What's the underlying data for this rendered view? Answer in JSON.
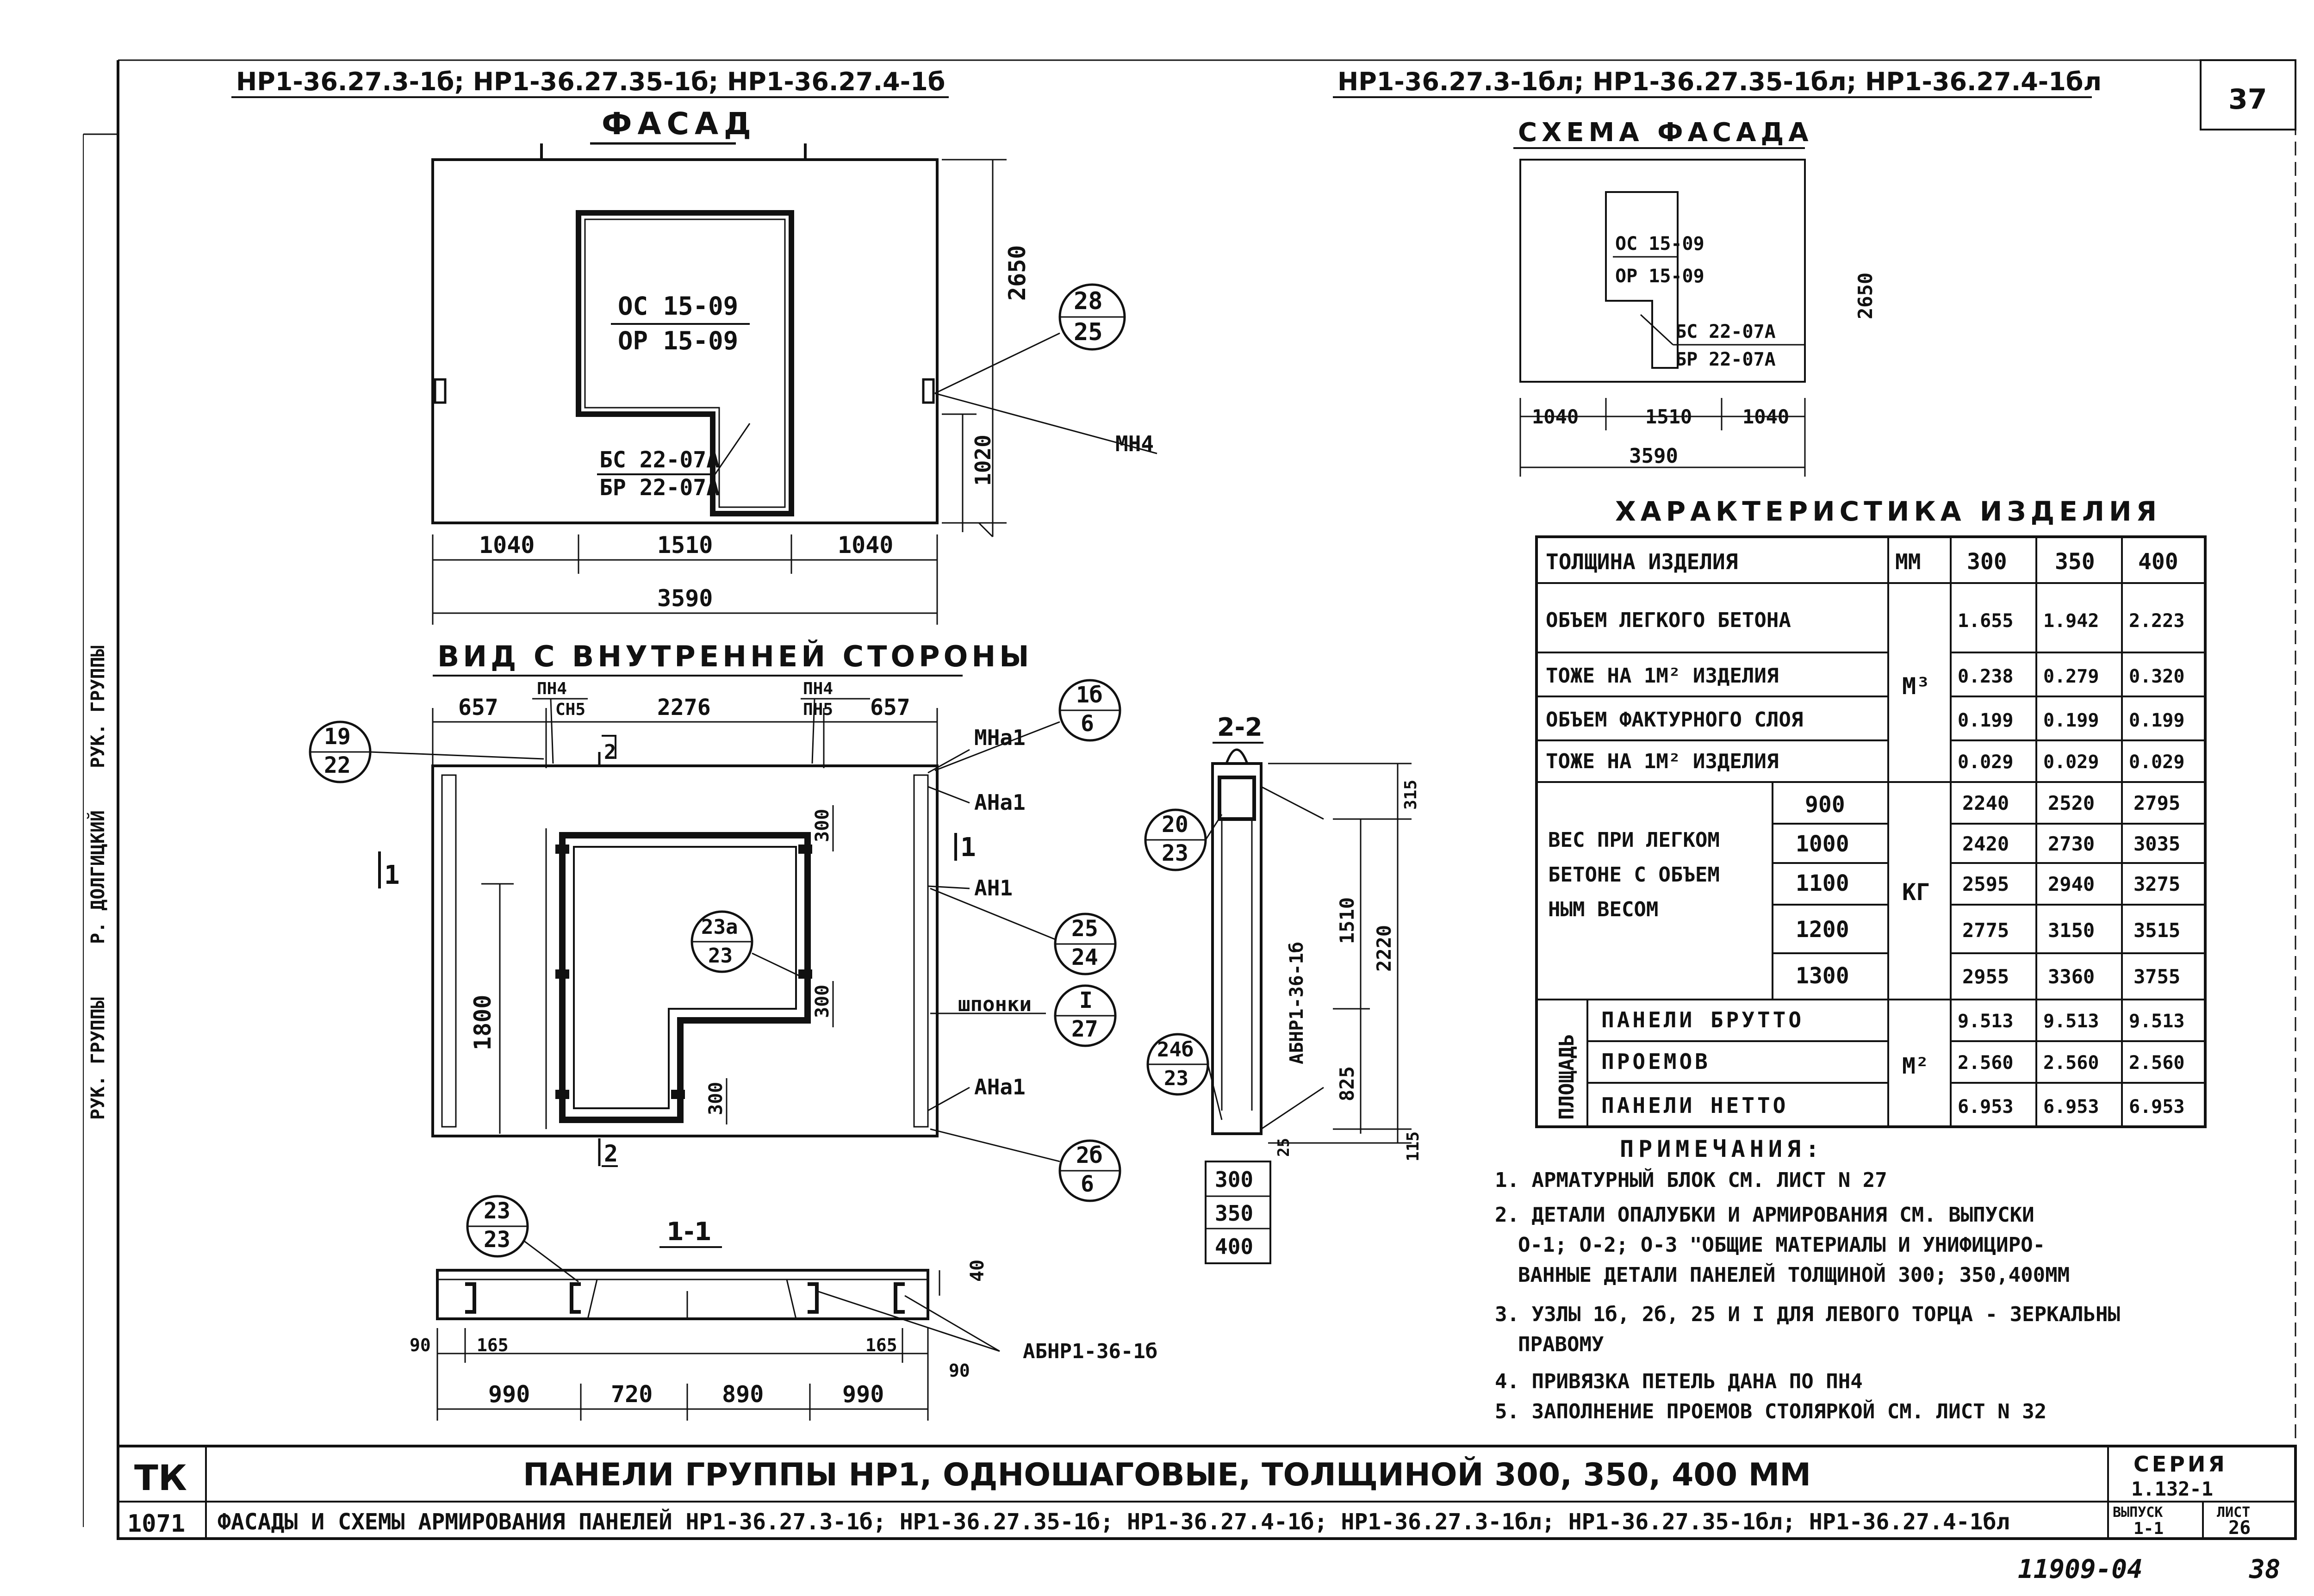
{
  "headers": {
    "left": "НР1-36.27.3-1б; НР1-36.27.35-1б; НР1-36.27.4-1б",
    "right": "НР1-36.27.3-1бл; НР1-36.27.35-1бл; НР1-36.27.4-1бл",
    "sheet_number": "37"
  },
  "facade": {
    "title": "ФАСАД",
    "window_top": "ОС 15-09",
    "window_bottom": "ОР 15-09",
    "door_top": "БС 22-07А",
    "door_bottom": "БР 22-07А",
    "dim_height": "2650",
    "dim_sill": "1020",
    "dims_bottom": [
      "1040",
      "1510",
      "1040"
    ],
    "dim_total": "3590",
    "callout_top": "28",
    "callout_bottom": "25",
    "mark": "МН4"
  },
  "scheme": {
    "title": "СХЕМА ФАСАДА",
    "window_top": "ОС 15-09",
    "window_bottom": "ОР 15-09",
    "door_top": "БС 22-07А",
    "door_bottom": "БР 22-07А",
    "dim_height": "2650",
    "dims_bottom": [
      "1040",
      "1510",
      "1040"
    ],
    "dim_total": "3590"
  },
  "inner_view": {
    "title": "ВИД С ВНУТРЕННЕЙ СТОРОНЫ",
    "dims_top": [
      "657",
      "2276",
      "657"
    ],
    "loop_left_top": "ПН4",
    "loop_left_bottom": "СН5",
    "loop_right_top": "ПН4",
    "loop_right_bottom": "ПН5",
    "dim_window_height": "1800",
    "dim_300_a": "300",
    "dim_300_b": "300",
    "dim_300_c": "300",
    "marks": [
      "МНа1",
      "АНа1",
      "АН1",
      "шпонки",
      "АНа1"
    ],
    "section_1": "1",
    "section_2": "2",
    "callouts": [
      {
        "top": "19",
        "bottom": "22"
      },
      {
        "top": "1б",
        "bottom": "6"
      },
      {
        "top": "23а",
        "bottom": "23"
      },
      {
        "top": "25",
        "bottom": "24"
      },
      {
        "top": "I",
        "bottom": "27"
      },
      {
        "top": "2б",
        "bottom": "6"
      }
    ]
  },
  "section_22": {
    "title": "2-2",
    "callout_a": {
      "top": "20",
      "bottom": "23"
    },
    "callout_b": {
      "top": "24б",
      "bottom": "23"
    },
    "frame_label": "АБНР1-36-1б",
    "dims": [
      "315",
      "1510",
      "2220",
      "825",
      "25",
      "115"
    ],
    "thickness": [
      "300",
      "350",
      "400"
    ]
  },
  "section_11": {
    "title": "1-1",
    "callout": {
      "top": "23",
      "bottom": "23"
    },
    "dim_40": "40",
    "dims_small": [
      "90",
      "165",
      "165",
      "90"
    ],
    "dims_bottom": [
      "990",
      "720",
      "890",
      "990"
    ],
    "frame_label": "АБНР1-36-1б"
  },
  "characteristics": {
    "title": "ХАРАКТЕРИСТИКА ИЗДЕЛИЯ",
    "header": {
      "label": "ТОЛЩИНА ИЗДЕЛИЯ",
      "unit": "ММ",
      "values": [
        "300",
        "350",
        "400"
      ]
    },
    "rows": [
      {
        "label": "ОБЪЕМ ЛЕГКОГО БЕТОНА",
        "values": [
          "1.655",
          "1.942",
          "2.223"
        ]
      },
      {
        "label": "ТОЖЕ НА 1М² ИЗДЕЛИЯ",
        "values": [
          "0.238",
          "0.279",
          "0.320"
        ]
      },
      {
        "label": "ОБЪЕМ ФАКТУРНОГО СЛОЯ",
        "values": [
          "0.199",
          "0.199",
          "0.199"
        ]
      },
      {
        "label": "ТОЖЕ НА 1М² ИЗДЕЛИЯ",
        "values": [
          "0.029",
          "0.029",
          "0.029"
        ]
      }
    ],
    "volume_unit": "М³",
    "weight_label": [
      "ВЕС ПРИ ЛЕГКОМ",
      "БЕТОНЕ С ОБЪЕМ",
      "НЫМ ВЕСОМ"
    ],
    "weight_unit": "КГ",
    "weights": [
      {
        "density": "900",
        "values": [
          "2240",
          "2520",
          "2795"
        ]
      },
      {
        "density": "1000",
        "values": [
          "2420",
          "2730",
          "3035"
        ]
      },
      {
        "density": "1100",
        "values": [
          "2595",
          "2940",
          "3275"
        ]
      },
      {
        "density": "1200",
        "values": [
          "2775",
          "3150",
          "3515"
        ]
      },
      {
        "density": "1300",
        "values": [
          "2955",
          "3360",
          "3755"
        ]
      }
    ],
    "area_group": "ПЛОЩАДЬ",
    "area_unit": "М²",
    "areas": [
      {
        "label": "ПАНЕЛИ БРУТТО",
        "values": [
          "9.513",
          "9.513",
          "9.513"
        ]
      },
      {
        "label": "ПРОЕМОВ",
        "values": [
          "2.560",
          "2.560",
          "2.560"
        ]
      },
      {
        "label": "ПАНЕЛИ НЕТТО",
        "values": [
          "6.953",
          "6.953",
          "6.953"
        ]
      }
    ]
  },
  "notes": {
    "title": "ПРИМЕЧАНИЯ:",
    "lines": [
      "1. АРМАТУРНЫЙ БЛОК СМ. ЛИСТ N 27",
      "2. ДЕТАЛИ ОПАЛУБКИ И АРМИРОВАНИЯ СМ. ВЫПУСКИ",
      "О-1; О-2; О-3 \"ОБЩИЕ МАТЕРИАЛЫ И УНИФИЦИРО-",
      "ВАННЫЕ ДЕТАЛИ ПАНЕЛЕЙ ТОЛЩИНОЙ 300; 350,400ММ",
      "3. УЗЛЫ 1б, 2б, 25 И I ДЛЯ ЛЕВОГО ТОРЦА - ЗЕРКАЛЬНЫ",
      "ПРАВОМУ",
      "4. ПРИВЯЗКА ПЕТЕЛЬ ДАНА ПО ПН4",
      "5. ЗАПОЛНЕНИЕ ПРОЕМОВ СТОЛЯРКОЙ СМ. ЛИСТ N 32"
    ]
  },
  "titleblock": {
    "code": "ТК",
    "number": "1071",
    "title1": "ПАНЕЛИ ГРУППЫ НР1, ОДНОШАГОВЫЕ, ТОЛЩИНОЙ 300, 350, 400 ММ",
    "title2": "ФАСАДЫ И СХЕМЫ АРМИРОВАНИЯ ПАНЕЛЕЙ НР1-36.27.3-1б; НР1-36.27.35-1б; НР1-36.27.4-1б; НР1-36.27.3-1бл; НР1-36.27.35-1бл; НР1-36.27.4-1бл",
    "series_label": "СЕРИЯ",
    "series_value": "1.132-1",
    "issue_label": "ВЫПУСК",
    "issue_value": "1-1",
    "sheet_label": "ЛИСТ",
    "sheet_value": "26"
  },
  "footer": {
    "archive": "11909-04",
    "page": "38"
  },
  "side_stamp": [
    "РУК. ГРУППЫ",
    "Р. ДОЛГИЦКИЙ",
    "РУК. ГРУППЫ"
  ]
}
